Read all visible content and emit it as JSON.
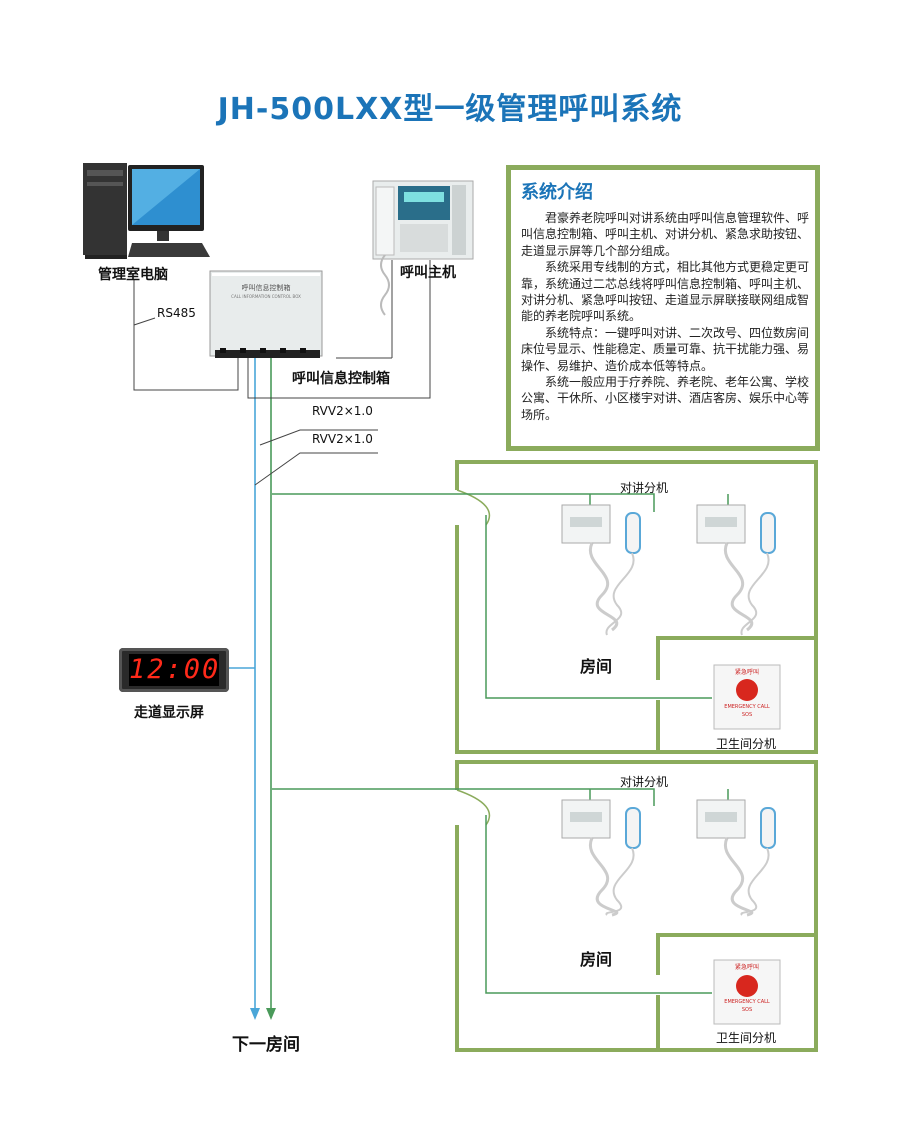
{
  "title": "JH-500LXX型一级管理呼叫系统",
  "labels": {
    "computer": "管理室电脑",
    "host": "呼叫主机",
    "controller": "呼叫信息控制箱",
    "rs485": "RS485",
    "cable1": "RVV2×1.0",
    "cable2": "RVV2×1.0",
    "corridor_display": "走道显示屏",
    "next_room": "下一房间"
  },
  "clock_time": "12:00",
  "intro": {
    "title": "系统介绍",
    "paragraphs": [
      "君豪养老院呼叫对讲系统由呼叫信息管理软件、呼叫信息控制箱、呼叫主机、对讲分机、紧急求助按钮、走道显示屏等几个部分组成。",
      "系统采用专线制的方式，相比其他方式更稳定更可靠，系统通过二芯总线将呼叫信息控制箱、呼叫主机、对讲分机、紧急呼叫按钮、走道显示屏联接联网组成智能的养老院呼叫系统。",
      "系统特点：一键呼叫对讲、二次改号、四位数房间床位号显示、性能稳定、质量可靠、抗干扰能力强、易操作、易维护、造价成本低等特点。",
      "系统一般应用于疗养院、养老院、老年公寓、学校公寓、干休所、小区楼宇对讲、酒店客房、娱乐中心等场所。"
    ]
  },
  "rooms": [
    {
      "intercom_label": "对讲分机",
      "room_label": "房间",
      "bathroom_label": "卫生间分机"
    },
    {
      "intercom_label": "对讲分机",
      "room_label": "房间",
      "bathroom_label": "卫生间分机"
    }
  ],
  "device_text": {
    "controller_panel": "呼叫信息控制箱",
    "controller_panel_en": "CALL INFORMATION CONTROL BOX",
    "sos_cn": "紧急呼叫",
    "sos_en": "EMERGENCY CALL",
    "sos_small": "SOS"
  },
  "colors": {
    "title": "#1b74b8",
    "wall": "#8bab5c",
    "blue_wire": "#4aa6d8",
    "green_wire": "#4a9a5a"
  }
}
